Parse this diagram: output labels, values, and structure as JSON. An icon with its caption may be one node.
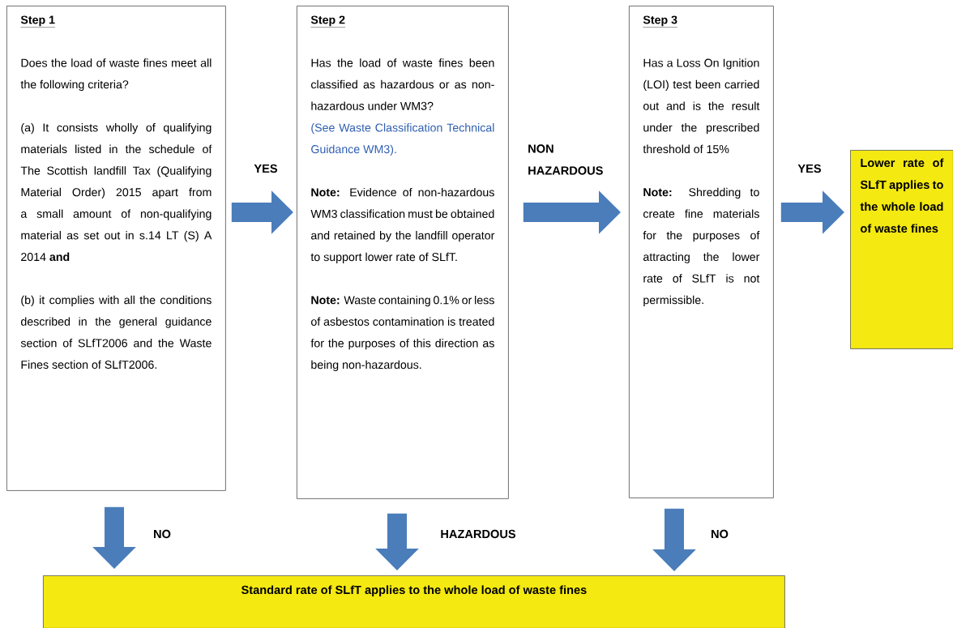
{
  "diagram": {
    "nodes": [
      {
        "text": [
          "Step 1",
          "Does the load of waste fines meet all the following criteria?",
          "(a) It consists wholly of qualifying materials listed in the schedule of The Scottish landfill Tax (Qualifying Material Order) 2015 apart from a small amount of non-qualifying material as set out in s.14 LT (S) A 2014 **and**",
          "(b) it complies with all the conditions described in the general guidance section of SLfT2006 and the Waste Fines section of SLfT2006."
        ]
      },
      {
        "text": [
          "Step 2",
          "Has the load of waste fines been classified as hazardous or as non-hazardous under WM3?",
          "(See Waste Classification Technical Guidance WM3).",
          "**Note:** Evidence of non-hazardous WM3 classification must be obtained and retained by the landfill operator to support lower rate of SLfT.",
          "**Note:** Waste containing 0.1% or less of asbestos contamination is treated for the purposes of this direction as being non-hazardous."
        ]
      },
      {
        "text": [
          "Step 3",
          "Has a Loss On Ignition (LOI) test been carried out and is the result under the prescribed threshold of 15%",
          "**Note:** Shredding to create fine materials for the purposes of attracting the lower rate of SLfT is not permissible."
        ]
      },
      {
        "text": [
          "Lower rate of SLfT applies to the whole load of waste fines"
        ]
      },
      {
        "text": [
          "Standard rate of SLfT applies to the whole load of waste fines"
        ]
      }
    ],
    "edges": [
      {
        "from": 0,
        "to": 1,
        "arrow": "to",
        "label": "YES"
      },
      {
        "from": 1,
        "to": 2,
        "arrow": "to",
        "label": "NON HAZARDOUS"
      },
      {
        "from": 2,
        "to": 3,
        "arrow": "to",
        "label": "YES"
      },
      {
        "from": 0,
        "to": 4,
        "arrow": "to",
        "label": "NO"
      },
      {
        "from": 1,
        "to": 4,
        "arrow": "to",
        "label": "HAZARDOUS"
      },
      {
        "from": 2,
        "to": 4,
        "arrow": "to",
        "label": "NO"
      }
    ]
  }
}
